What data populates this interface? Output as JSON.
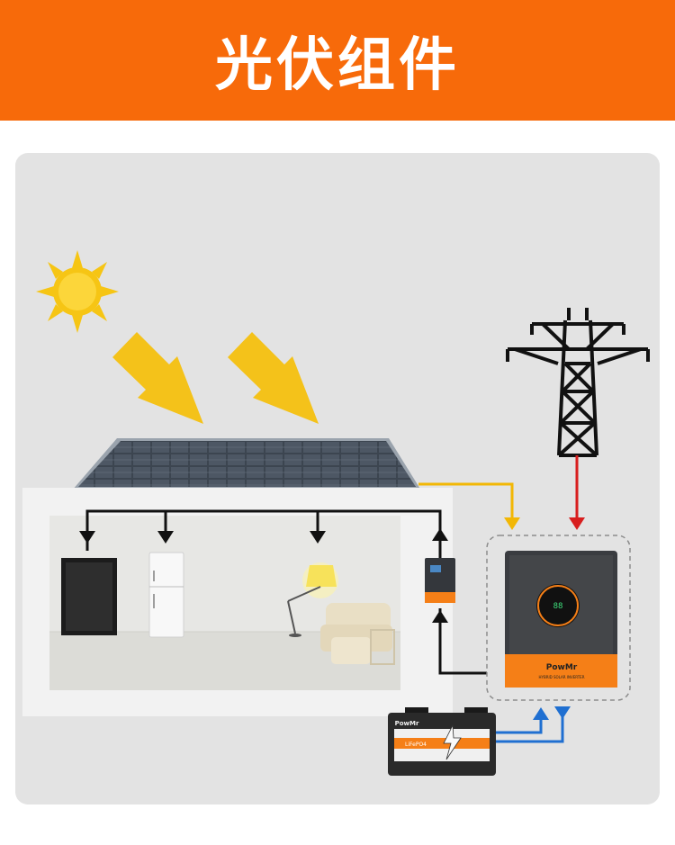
{
  "header": {
    "title": "光伏组件"
  },
  "colors": {
    "banner": "#f76a0a",
    "panel_bg": "#e3e3e3",
    "pv_line": "#f2b705",
    "grid_line": "#d81e1e",
    "battery_line": "#1f6fd1",
    "load_line": "#111111",
    "sun": "#f6c514",
    "arrow": "#f4c21a"
  },
  "devices": {
    "inverter": {
      "brand": "PowMr",
      "caption": "HYBRID SOLAR INVERTER"
    },
    "battery": {
      "brand": "PowMr",
      "label": "LiFePO4"
    }
  }
}
